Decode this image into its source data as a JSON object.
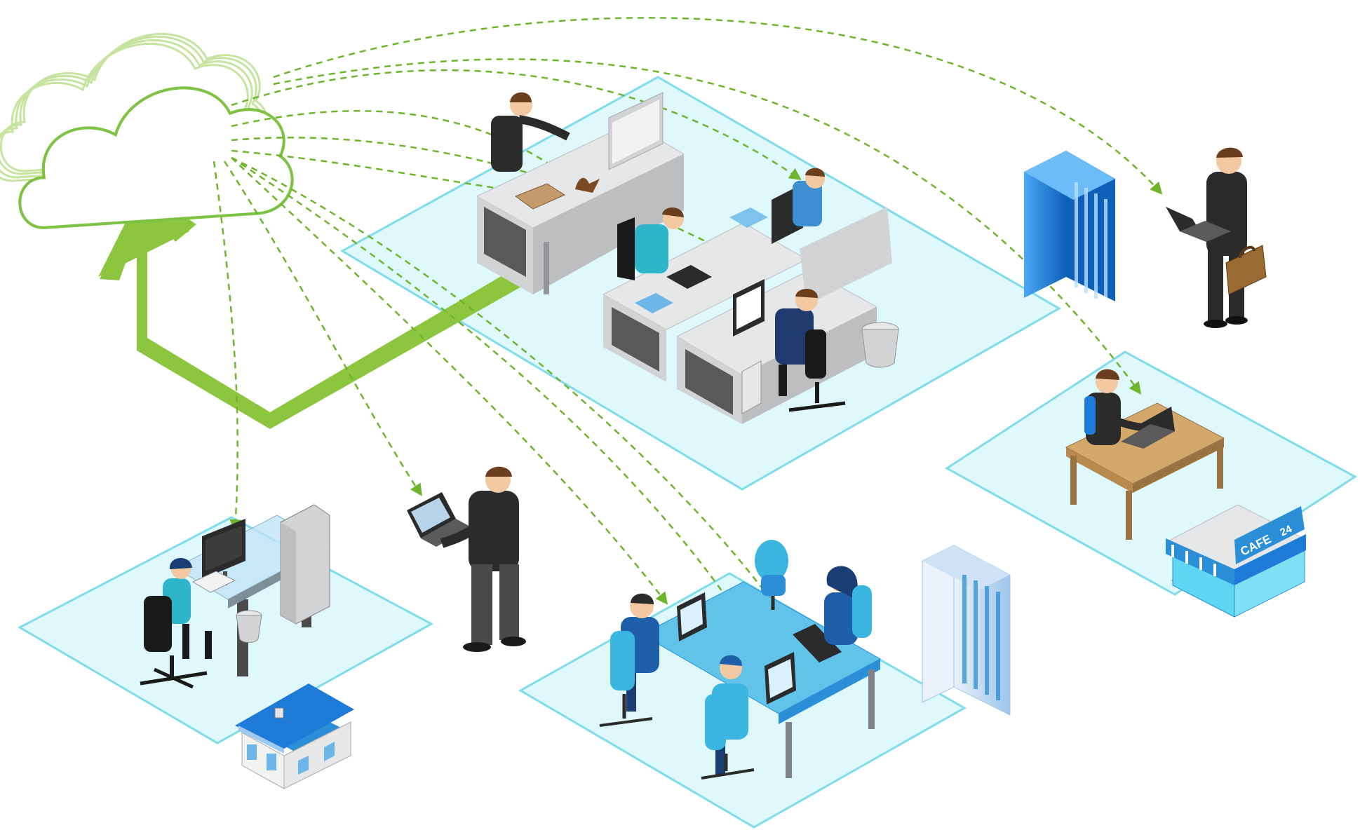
{
  "colors": {
    "cloud_stroke": "#7dc242",
    "cloud_fill": "#a8d672",
    "arrow_fill": "#8cc63f",
    "dashed_line": "#7ab82e",
    "zone_fill": "#dff8fc",
    "zone_stroke": "#7fdcec",
    "desk_top": "#e6e7e8",
    "desk_side": "#6d6e71",
    "suit_dark": "#2b2b2b",
    "shirt_teal": "#2fb5c9",
    "blue_building": "#1e7bd8",
    "cafe_blue": "#2b8fd8"
  },
  "icons": {
    "cloud": "cloud-icon",
    "upload_arrow": "upload-arrow-icon",
    "main_office": "office-icon",
    "home": "house-icon",
    "cafe": "cafe-icon",
    "skyscraper": "building-icon"
  },
  "cafe_sign": {
    "name": "CAFE",
    "number": "24"
  },
  "zones": [
    "main-office",
    "home-office",
    "coworking",
    "cafe-remote"
  ],
  "people": [
    "office-manager",
    "office-worker-1",
    "office-worker-2",
    "office-worker-3",
    "home-worker",
    "mobile-worker",
    "coworker-1",
    "coworker-2",
    "coworker-3",
    "traveling-businessman",
    "cafe-worker"
  ]
}
